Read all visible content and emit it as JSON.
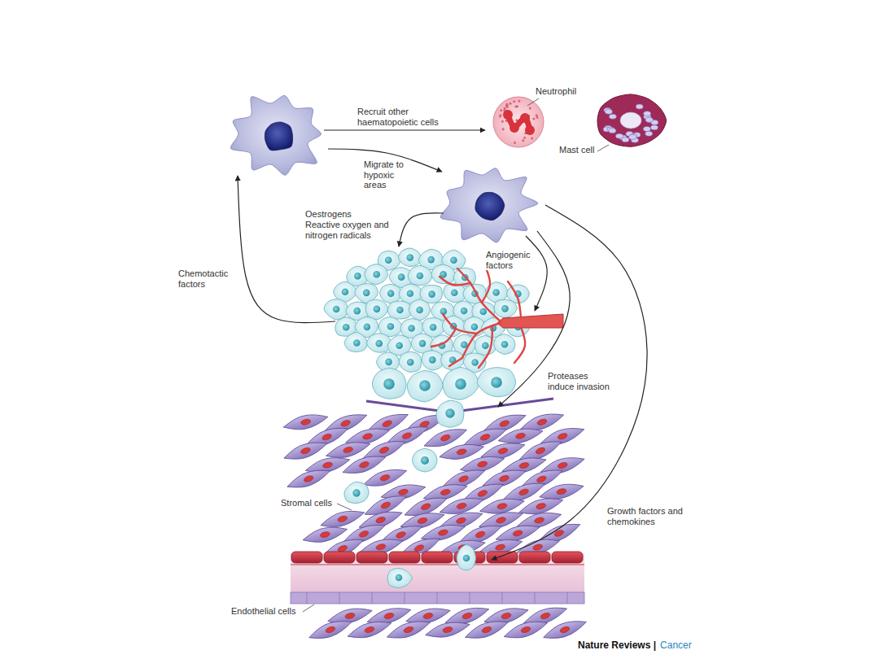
{
  "diagram": {
    "labels": [
      "Recruit other haematopoietic cells",
      "Neutrophil",
      "Mast cell",
      "Migrate to hypoxic areas",
      "Oestrogens",
      "Reactive oxygen and nitrogen radicals",
      "Chemotactic factors",
      "Angiogenic factors",
      "Proteases induce invasion",
      "Stromal cells",
      "Growth factors and chemokines",
      "Endothelial cells",
      "Nature Reviews |",
      "Cancer"
    ]
  }
}
